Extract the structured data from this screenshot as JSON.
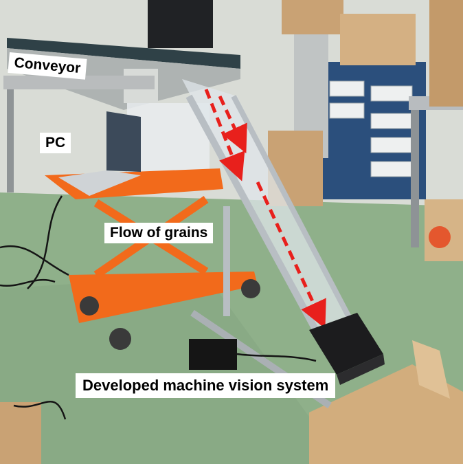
{
  "labels": {
    "conveyor": "Conveyor",
    "pc": "PC",
    "flow": "Flow of grains",
    "system": "Developed machine vision system"
  },
  "colors": {
    "floor": "#8fb08a",
    "wall": "#d9dcd6",
    "orange_cart": "#f26a1b",
    "arrow": "#e8201c",
    "aluminum": "#c7ccd0",
    "cardboard": "#c9a274"
  },
  "icons": {
    "flow_arrow": "dashed-arrow-down-right"
  }
}
